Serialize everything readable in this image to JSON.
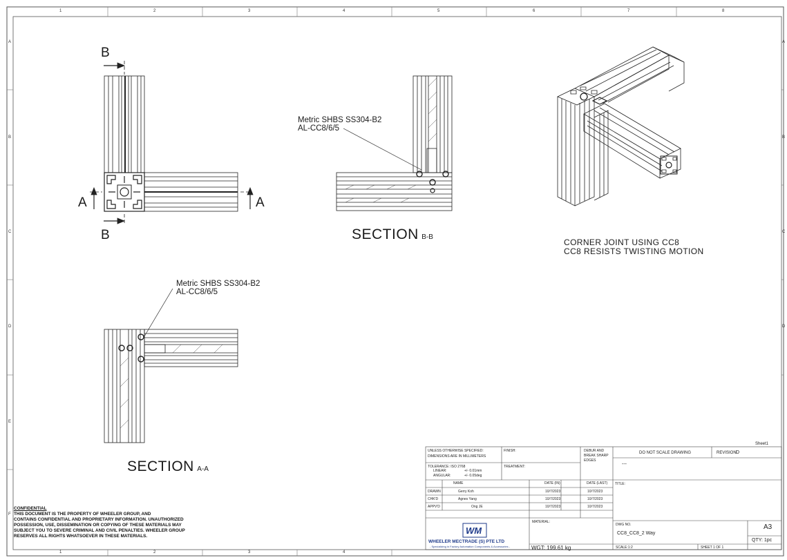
{
  "border": {
    "col_zones": [
      "1",
      "2",
      "3",
      "4",
      "5",
      "6",
      "7",
      "8"
    ],
    "row_zones": [
      "A",
      "B",
      "C",
      "D",
      "E",
      "F"
    ]
  },
  "views": {
    "main": {
      "label_b": "B",
      "label_a": "A"
    },
    "section_bb": {
      "title": "SECTION",
      "suffix": "B-B",
      "leader_line1": "Metric SHBS SS304-B2",
      "leader_line2": "AL-CC8/6/5"
    },
    "section_aa": {
      "title": "SECTION",
      "suffix": "A-A",
      "leader_line1": "Metric SHBS SS304-B2",
      "leader_line2": "AL-CC8/6/5"
    },
    "iso": {
      "note_line1": "CORNER JOINT USING CC8",
      "note_line2": "CC8 RESISTS TWISTING MOTION"
    }
  },
  "confidential": {
    "title": "CONFIDENTIAL",
    "lines": [
      "THIS DOCUMENT IS THE PROPERTY OF WHEELER GROUP, AND",
      "CONTAINS CONFIDENTIAL AND PROPRIETARY INFORMATION. UNAUTHORIZED",
      "POSSESSION, USE, DISSEMINATION OR COPYING OF THESE MATERIALS MAY",
      "SUBJECT YOU TO SEVERE CRIMINAL AND CIVIL PENALTIES. WHEELER GROUP",
      "RESERVES ALL RIGHTS WHATSOEVER IN THESE MATERIALS."
    ]
  },
  "title_block": {
    "sheet_label": "Sheet1",
    "units_line1": "UNLESS OTHERWISE SPECIFIED:",
    "units_line2": "DIMENSIONS ARE IN MILLIMETERS",
    "tolerance_label": "TOLERANCE: ISO 2768",
    "linear_label": "LINEAR:",
    "linear_value": "+/- 0.01mm",
    "angular_label": "ANGULAR:",
    "angular_value": "+/- 0.05deg",
    "finish_label": "FINISH:",
    "treatment_label": "TREATMENT:",
    "deburr_line1": "DEBUR AND",
    "deburr_line2": "BREAK SHARP",
    "deburr_line3": "EDGES",
    "do_not_scale": "DO NOT SCALE DRAWING",
    "revision_label": "REVISION",
    "revision_value": "D",
    "deburr_value": "---",
    "title_label": "TITLE:",
    "name_header": "NAME",
    "date_header_1": "DATE (IN)",
    "date_header_2": "DATE (LAST)",
    "rows": [
      {
        "role": "DRAWN",
        "name": "Gerry Koh",
        "date1": "10/7/2023",
        "date2": "10/7/2023"
      },
      {
        "role": "CHK'D",
        "name": "Agnes Yang",
        "date1": "10/7/2023",
        "date2": "10/7/2023"
      },
      {
        "role": "APPV'D",
        "name": "Ong JE",
        "date1": "10/7/2023",
        "date2": "10/7/2023"
      }
    ],
    "material_label": "MATERIAL:",
    "company_name": "WHEELER MECTRADE (S) PTE LTD",
    "company_tagline": "- Specializing in Factory Automation Components & Accessories -",
    "logo_text": "WM",
    "weight": "WGT: 199.61 kg",
    "dwg_no_label": "DWG NO.",
    "dwg_no": "CC8_CC8_2 Way",
    "size": "A3",
    "qty": "QTY: 1pc",
    "scale": "SCALE:1:2",
    "sheet": "SHEET 1 OF 1"
  }
}
